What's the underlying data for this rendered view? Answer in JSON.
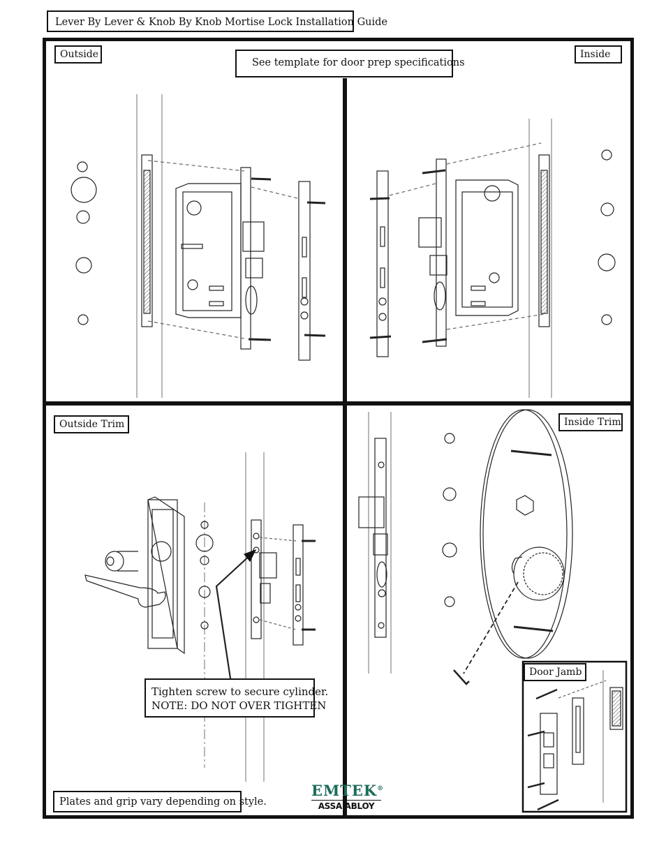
{
  "title": "Lever By Lever & Knob By Knob Mortise Lock Installation Guide",
  "panels": {
    "outside": {
      "label": "Outside"
    },
    "inside": {
      "label": "Inside"
    },
    "door_prep_note": "See template for door prep specifications",
    "outside_trim": {
      "label": "Outside Trim"
    },
    "inside_trim": {
      "label": "Inside Trim"
    },
    "door_jamb": {
      "label": "Door Jamb"
    }
  },
  "cylinder_note": {
    "line1": "Tighten screw to secure cylinder.",
    "line2": "NOTE: DO NOT OVER TIGHTEN"
  },
  "footer_note": "Plates and grip vary depending on style.",
  "logo": {
    "brand": "EMTEK",
    "mark": "®",
    "sub": "ASSA ABLOY",
    "color": "#1b6b5a"
  }
}
